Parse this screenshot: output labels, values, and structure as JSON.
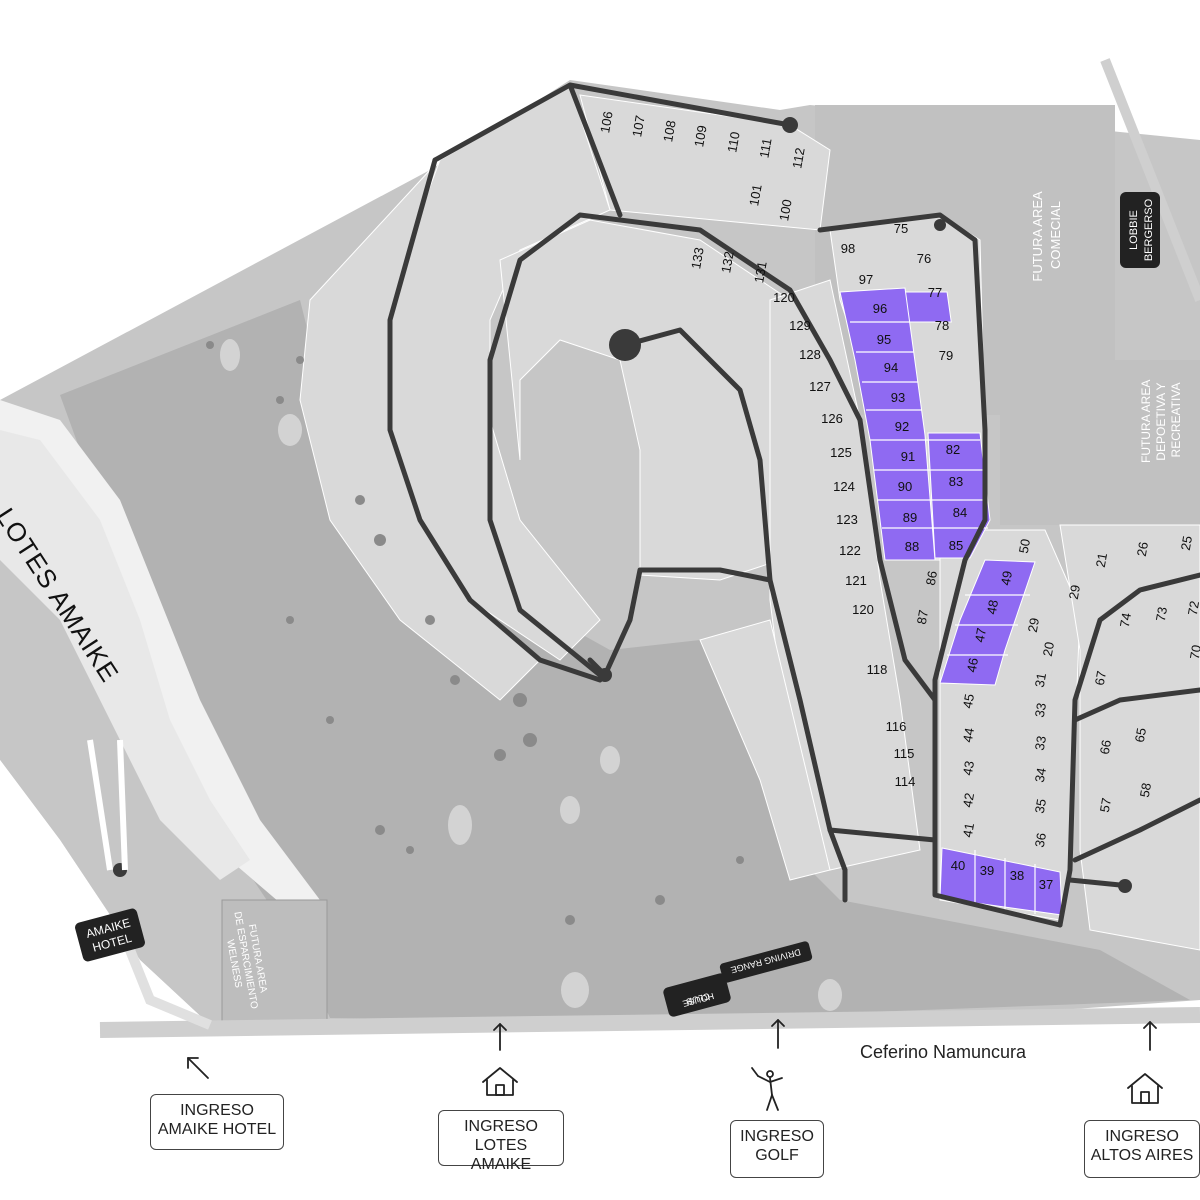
{
  "development_label": "LOTES AMAIKE",
  "road_name": "Ceferino Namuncura",
  "area_labels": {
    "commercial": [
      "FUTURA AREA",
      "COMECIAL"
    ],
    "sports": [
      "FUTURA AREA",
      "DEPOETIVA Y",
      "RECREATIVA"
    ],
    "wellness": [
      "FUTURA AREA",
      "DE ESPARCIMIENTO",
      "WELNESS"
    ],
    "other": [
      "LOBBIE",
      "BERGERSO"
    ]
  },
  "badges": {
    "hotel": [
      "AMAIKE",
      "HOTEL"
    ],
    "clubhouse": [
      "CLUB",
      "HOUSE"
    ],
    "driving_range": "DRIVING RANGE"
  },
  "entrances": [
    {
      "line1": "INGRESO",
      "line2": "AMAIKE HOTEL",
      "icon": "arrow-up-left-icon"
    },
    {
      "line1": "INGRESO",
      "line2": "LOTES AMAIKE",
      "icon": "house-icon"
    },
    {
      "line1": "INGRESO",
      "line2": "GOLF",
      "icon": "golfer-icon"
    },
    {
      "line1": "INGRESO",
      "line2": "ALTOS AIRES",
      "icon": "house-icon"
    }
  ],
  "colors": {
    "highlight": "#8f6af2",
    "background": "#ffffff",
    "ground": "#c6c6c6",
    "golf": "#b3b3b3",
    "lot": "#d9d9d9",
    "road": "#3a3a3a",
    "badge": "#222222"
  },
  "highlighted_lots": [
    "96",
    "95",
    "94",
    "93",
    "92",
    "91",
    "90",
    "89",
    "88",
    "82",
    "83",
    "84",
    "85",
    "49",
    "48",
    "47",
    "46",
    "40",
    "39",
    "38",
    "37"
  ],
  "lots": [
    {
      "n": "106"
    },
    {
      "n": "107"
    },
    {
      "n": "108"
    },
    {
      "n": "109"
    },
    {
      "n": "110"
    },
    {
      "n": "111"
    },
    {
      "n": "112"
    },
    {
      "n": "101"
    },
    {
      "n": "100"
    },
    {
      "n": "98"
    },
    {
      "n": "75"
    },
    {
      "n": "97"
    },
    {
      "n": "76"
    },
    {
      "n": "77"
    },
    {
      "n": "78"
    },
    {
      "n": "79"
    },
    {
      "n": "133"
    },
    {
      "n": "132"
    },
    {
      "n": "131"
    },
    {
      "n": "120"
    },
    {
      "n": "129"
    },
    {
      "n": "128"
    },
    {
      "n": "127"
    },
    {
      "n": "126"
    },
    {
      "n": "125"
    },
    {
      "n": "124"
    },
    {
      "n": "123"
    },
    {
      "n": "122"
    },
    {
      "n": "121"
    },
    {
      "n": "120"
    },
    {
      "n": "118"
    },
    {
      "n": "116"
    },
    {
      "n": "115"
    },
    {
      "n": "114"
    },
    {
      "n": "96"
    },
    {
      "n": "95"
    },
    {
      "n": "94"
    },
    {
      "n": "93"
    },
    {
      "n": "92"
    },
    {
      "n": "91"
    },
    {
      "n": "90"
    },
    {
      "n": "89"
    },
    {
      "n": "88"
    },
    {
      "n": "82"
    },
    {
      "n": "83"
    },
    {
      "n": "84"
    },
    {
      "n": "85"
    },
    {
      "n": "86"
    },
    {
      "n": "87"
    },
    {
      "n": "50"
    },
    {
      "n": "49"
    },
    {
      "n": "48"
    },
    {
      "n": "47"
    },
    {
      "n": "46"
    },
    {
      "n": "45"
    },
    {
      "n": "44"
    },
    {
      "n": "43"
    },
    {
      "n": "42"
    },
    {
      "n": "41"
    },
    {
      "n": "40"
    },
    {
      "n": "39"
    },
    {
      "n": "38"
    },
    {
      "n": "37"
    },
    {
      "n": "29"
    },
    {
      "n": "20"
    },
    {
      "n": "31"
    },
    {
      "n": "33"
    },
    {
      "n": "33"
    },
    {
      "n": "34"
    },
    {
      "n": "35"
    },
    {
      "n": "36"
    },
    {
      "n": "21"
    },
    {
      "n": "26"
    },
    {
      "n": "25"
    },
    {
      "n": "29"
    },
    {
      "n": "74"
    },
    {
      "n": "73"
    },
    {
      "n": "72"
    },
    {
      "n": "70"
    },
    {
      "n": "67"
    },
    {
      "n": "66"
    },
    {
      "n": "65"
    },
    {
      "n": "57"
    },
    {
      "n": "58"
    }
  ]
}
